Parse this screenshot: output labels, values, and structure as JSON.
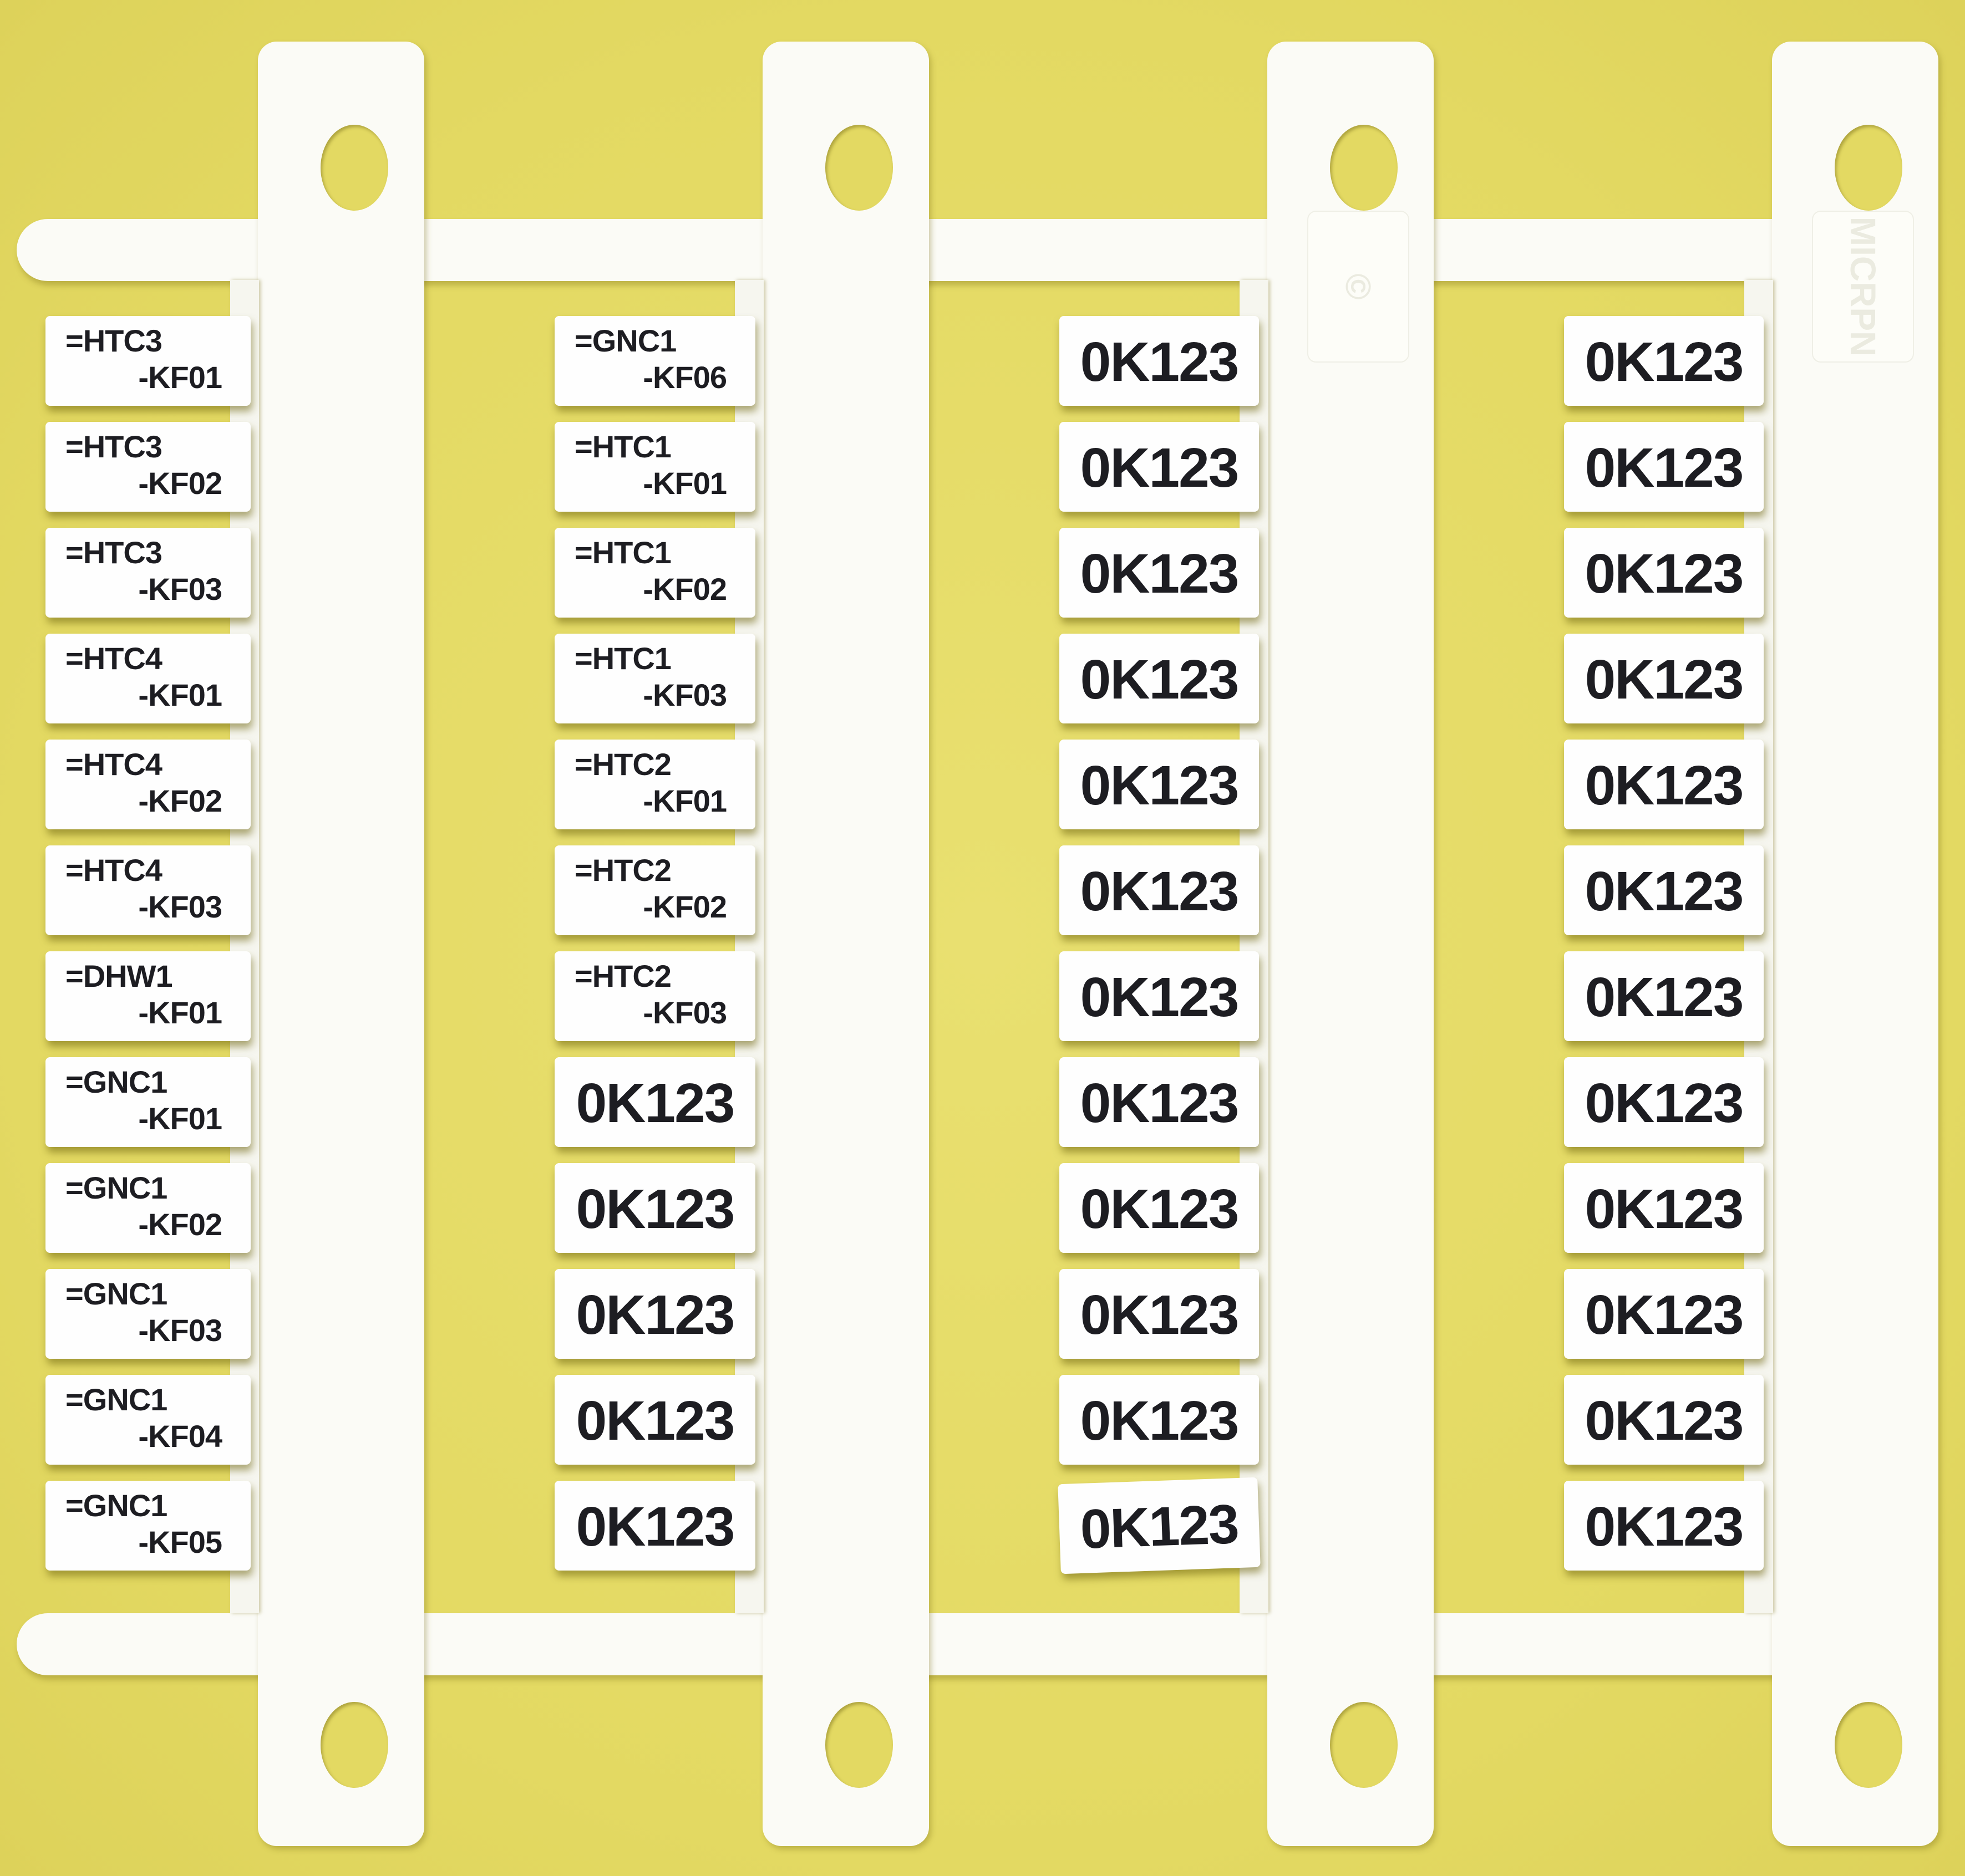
{
  "card": {
    "background_color": "#e6dd68",
    "plastic_color": "#fbfbf6",
    "text_color": "#1d1d22",
    "emboss_left": "©",
    "emboss_right": "MICRPN"
  },
  "columns": [
    {
      "tags": [
        {
          "l1": "=HTC3",
          "l2": "-KF01"
        },
        {
          "l1": "=HTC3",
          "l2": "-KF02"
        },
        {
          "l1": "=HTC3",
          "l2": "-KF03"
        },
        {
          "l1": "=HTC4",
          "l2": "-KF01"
        },
        {
          "l1": "=HTC4",
          "l2": "-KF02"
        },
        {
          "l1": "=HTC4",
          "l2": "-KF03"
        },
        {
          "l1": "=DHW1",
          "l2": "-KF01"
        },
        {
          "l1": "=GNC1",
          "l2": "-KF01"
        },
        {
          "l1": "=GNC1",
          "l2": "-KF02"
        },
        {
          "l1": "=GNC1",
          "l2": "-KF03"
        },
        {
          "l1": "=GNC1",
          "l2": "-KF04"
        },
        {
          "l1": "=GNC1",
          "l2": "-KF05"
        }
      ]
    },
    {
      "tags": [
        {
          "l1": "=GNC1",
          "l2": "-KF06"
        },
        {
          "l1": "=HTC1",
          "l2": "-KF01"
        },
        {
          "l1": "=HTC1",
          "l2": "-KF02"
        },
        {
          "l1": "=HTC1",
          "l2": "-KF03"
        },
        {
          "l1": "=HTC2",
          "l2": "-KF01"
        },
        {
          "l1": "=HTC2",
          "l2": "-KF02"
        },
        {
          "l1": "=HTC2",
          "l2": "-KF03"
        },
        {
          "big": "0K123"
        },
        {
          "big": "0K123"
        },
        {
          "big": "0K123"
        },
        {
          "big": "0K123"
        },
        {
          "big": "0K123"
        }
      ]
    },
    {
      "tags": [
        {
          "big": "0K123"
        },
        {
          "big": "0K123"
        },
        {
          "big": "0K123"
        },
        {
          "big": "0K123"
        },
        {
          "big": "0K123"
        },
        {
          "big": "0K123"
        },
        {
          "big": "0K123"
        },
        {
          "big": "0K123"
        },
        {
          "big": "0K123"
        },
        {
          "big": "0K123"
        },
        {
          "big": "0K123"
        },
        {
          "big": "0K123"
        }
      ]
    },
    {
      "tags": [
        {
          "big": "0K123"
        },
        {
          "big": "0K123"
        },
        {
          "big": "0K123"
        },
        {
          "big": "0K123"
        },
        {
          "big": "0K123"
        },
        {
          "big": "0K123"
        },
        {
          "big": "0K123"
        },
        {
          "big": "0K123"
        },
        {
          "big": "0K123"
        },
        {
          "big": "0K123"
        },
        {
          "big": "0K123"
        },
        {
          "big": "0K123"
        }
      ]
    }
  ]
}
